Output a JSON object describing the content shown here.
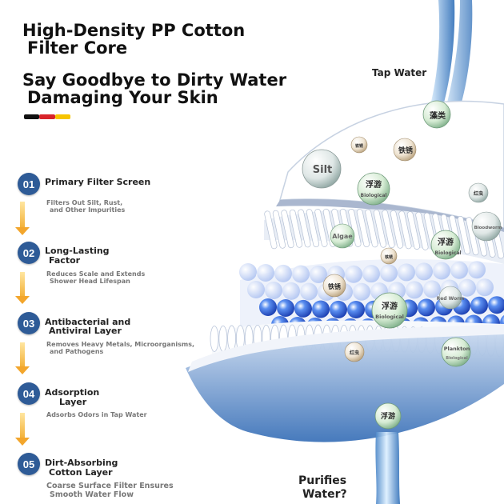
{
  "header": {
    "line1": "High-Density PP Cotton",
    "line2": "Filter Core",
    "line3": "Say Goodbye to Dirty Water",
    "line4": "Damaging Your Skin"
  },
  "flag_colors": [
    "#111111",
    "#d8242a",
    "#f6c400"
  ],
  "steps": [
    {
      "num": "01",
      "title1": "Primary Filter Screen",
      "title2": "",
      "desc1": "Filters Out Silt, Rust,",
      "desc2": "and Other Impurities"
    },
    {
      "num": "02",
      "title1": "Long-Lasting",
      "title2": "Factor",
      "desc1": "Reduces Scale and Extends",
      "desc2": "Shower Head Lifespan"
    },
    {
      "num": "03",
      "title1": "Antibacterial and",
      "title2": "Antiviral Layer",
      "desc1": "Removes Heavy Metals, Microorganisms,",
      "desc2": "and Pathogens"
    },
    {
      "num": "04",
      "title1": "Adsorption",
      "title2": "Layer",
      "desc1": "Adsorbs Odors in Tap Water",
      "desc2": ""
    },
    {
      "num": "05",
      "title1": "Dirt-Absorbing",
      "title2": "Cotton Layer",
      "desc1": "Coarse Surface Filter Ensures",
      "desc2": "Smooth Water Flow"
    }
  ],
  "diagram": {
    "tap_water": "Tap Water",
    "purifies1": "Purifies",
    "purifies2": "Water?",
    "particles": {
      "silt": "Silt",
      "algae": "Algae",
      "tie_xiu": "铁锈",
      "zao_lei": "藻类",
      "fu_you": "浮游",
      "biological": "Biological",
      "hong_chong": "红虫",
      "bloodworm": "Bloodworm",
      "red_worm": "Red Worm",
      "plankton": "Plankton",
      "tie_xiu_small": "铁锈"
    }
  }
}
